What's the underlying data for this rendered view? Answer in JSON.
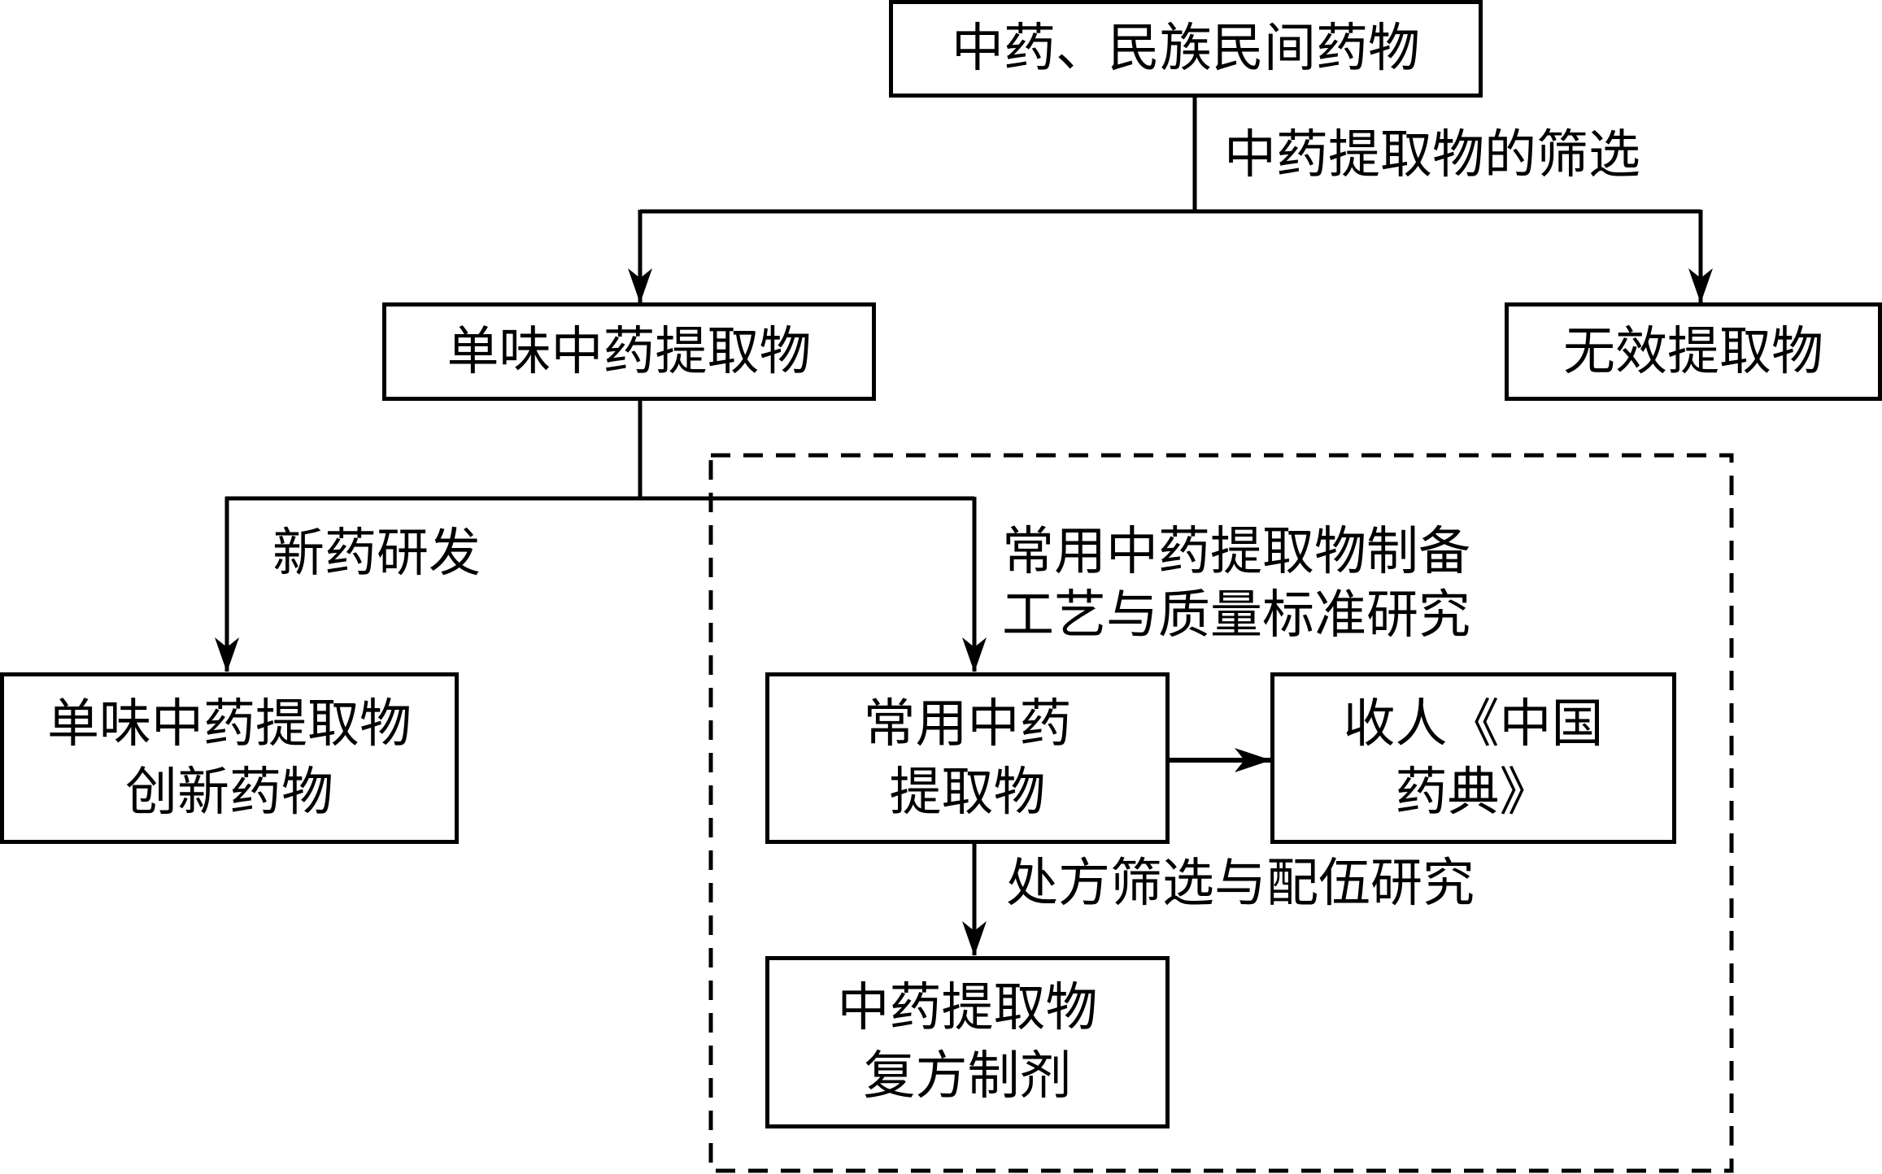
{
  "diagram": {
    "nodes": {
      "root": "中药、民族民间药物",
      "single_extract": "单味中药提取物",
      "ineffective": "无效提取物",
      "innovative_line1": "单味中药提取物",
      "innovative_line2": "创新药物",
      "common_line1": "常用中药",
      "common_line2": "提取物",
      "pharmacopoeia_line1": "收人《中国",
      "pharmacopoeia_line2": "药典》",
      "compound_line1": "中药提取物",
      "compound_line2": "复方制剂"
    },
    "edge_labels": {
      "screening": "中药提取物的筛选",
      "new_drug": "新药研发",
      "process_line1": "常用中药提取物制备",
      "process_line2": "工艺与质量标准研究",
      "prescription": "处方筛选与配伍研究"
    },
    "colors": {
      "line": "#000000",
      "background": "#ffffff"
    }
  }
}
